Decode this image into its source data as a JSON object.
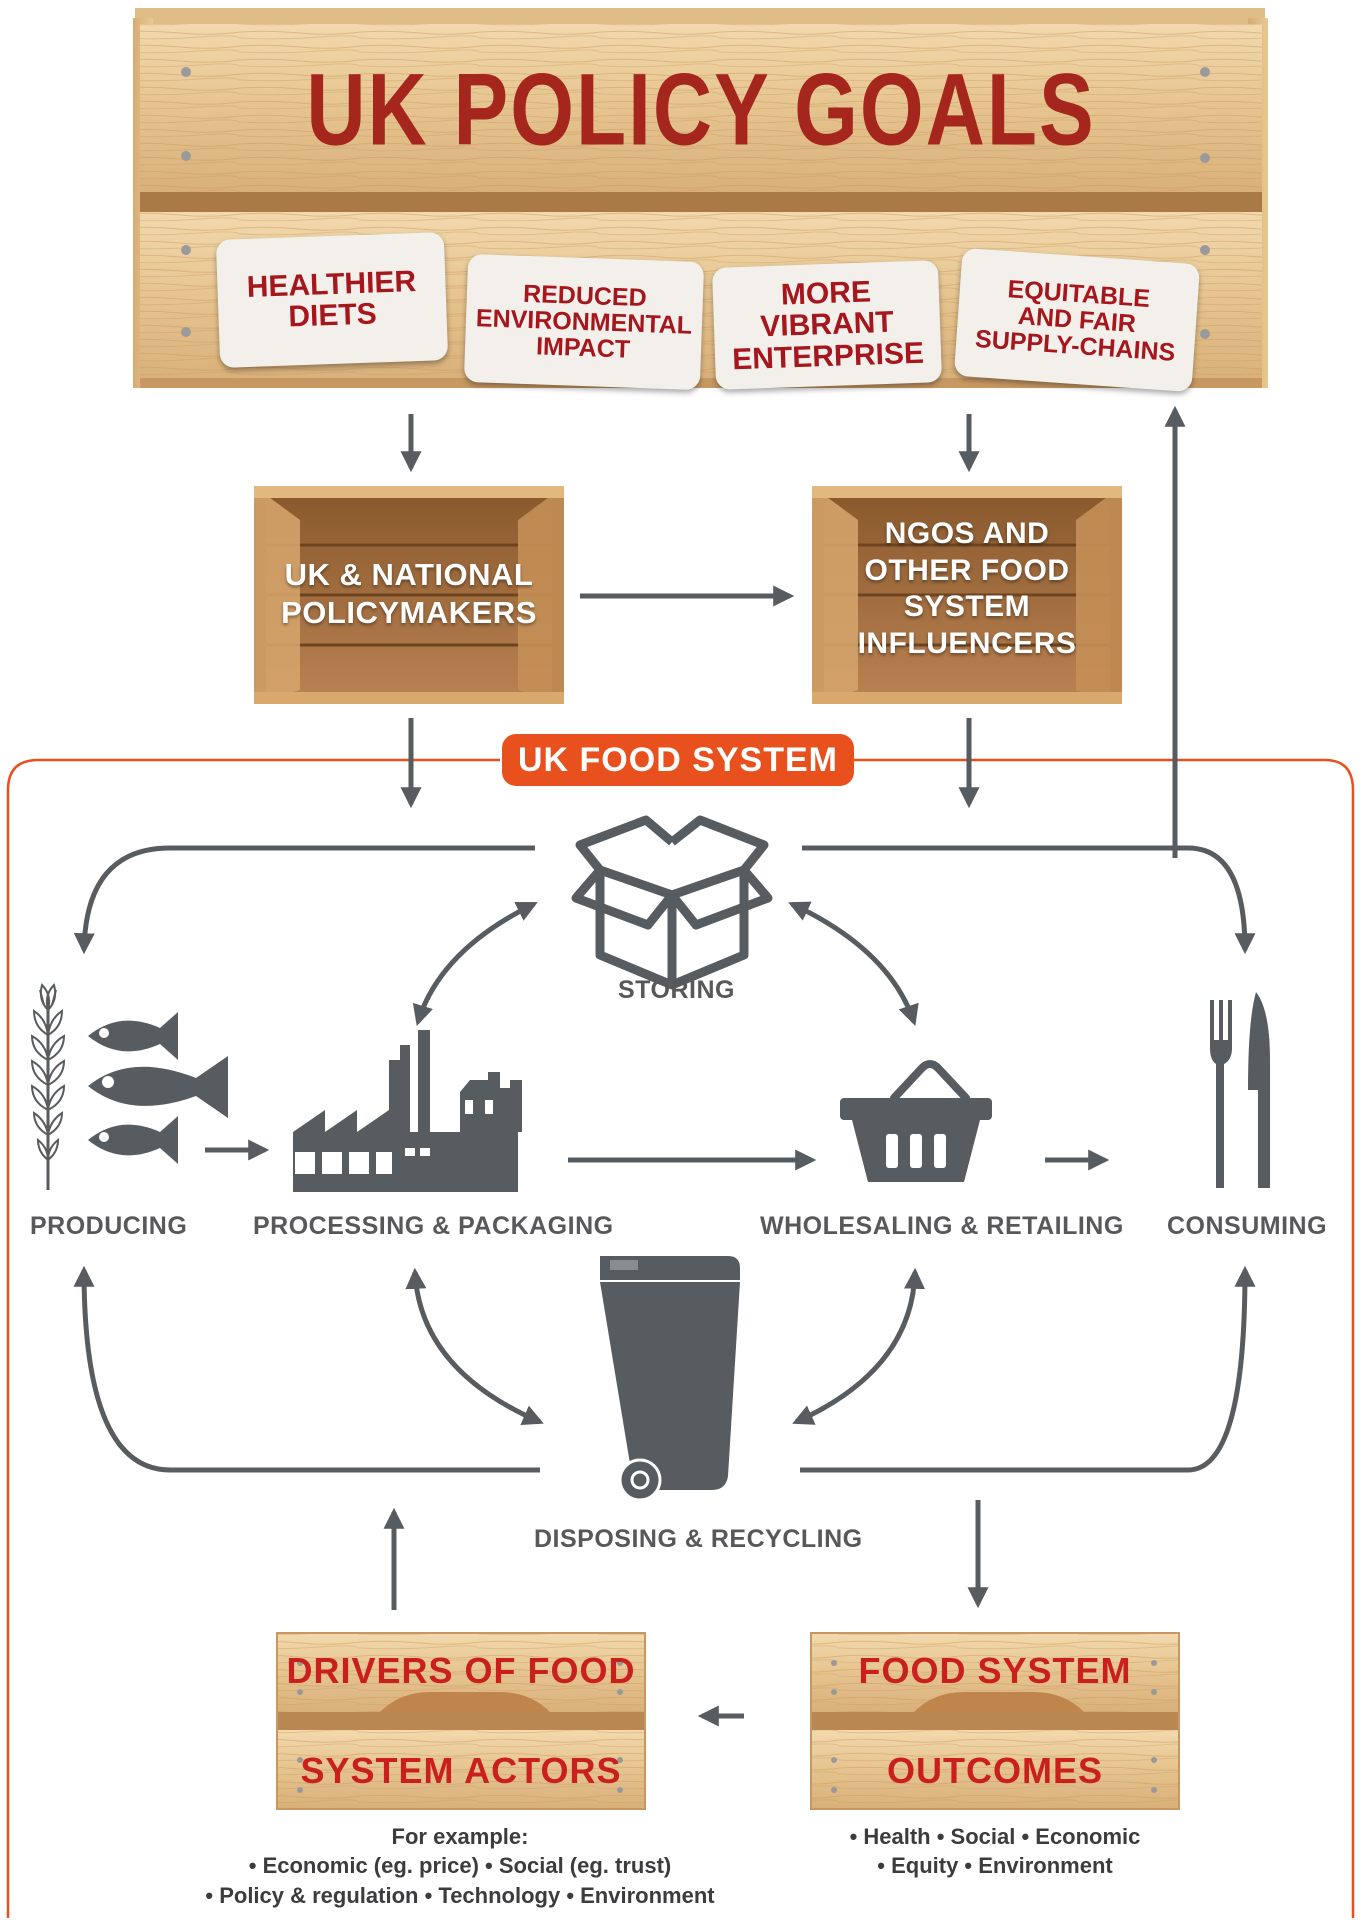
{
  "policy_goals": {
    "title": "UK POLICY GOALS",
    "goals": [
      {
        "line1": "HEALTHIER",
        "line2": "DIETS",
        "line3": ""
      },
      {
        "line1": "REDUCED",
        "line2": "ENVIRONMENTAL",
        "line3": "IMPACT"
      },
      {
        "line1": "MORE VIBRANT",
        "line2": "ENTERPRISE",
        "line3": ""
      },
      {
        "line1": "EQUITABLE",
        "line2": "AND FAIR",
        "line3": "SUPPLY-CHAINS"
      }
    ]
  },
  "actors": {
    "policymakers": {
      "line1": "UK & NATIONAL",
      "line2": "POLICYMAKERS"
    },
    "influencers": {
      "line1": "NGOS AND",
      "line2": "OTHER FOOD",
      "line3": "SYSTEM",
      "line4": "INFLUENCERS"
    }
  },
  "food_system": {
    "badge": "UK FOOD SYSTEM",
    "stages": {
      "storing": "STORING",
      "producing": "PRODUCING",
      "processing": "PROCESSING & PACKAGING",
      "wholesaling": "WHOLESALING & RETAILING",
      "consuming": "CONSUMING",
      "disposing": "DISPOSING & RECYCLING"
    }
  },
  "drivers": {
    "title_line1": "DRIVERS OF FOOD",
    "title_line2": "SYSTEM ACTORS",
    "note_line1": "For example:",
    "note_line2": "• Economic (eg. price) • Social (eg. trust)",
    "note_line3": "• Policy & regulation • Technology • Environment"
  },
  "outcomes": {
    "title_line1": "FOOD SYSTEM",
    "title_line2": "OUTCOMES",
    "note_line1": "• Health • Social • Economic",
    "note_line2": "• Equity • Environment"
  },
  "colors": {
    "wood_light": "#e8c795",
    "wood_dark": "#b07a45",
    "title_red": "#a5261d",
    "icon_gray": "#565c60",
    "frame_orange": "#e8501e"
  }
}
